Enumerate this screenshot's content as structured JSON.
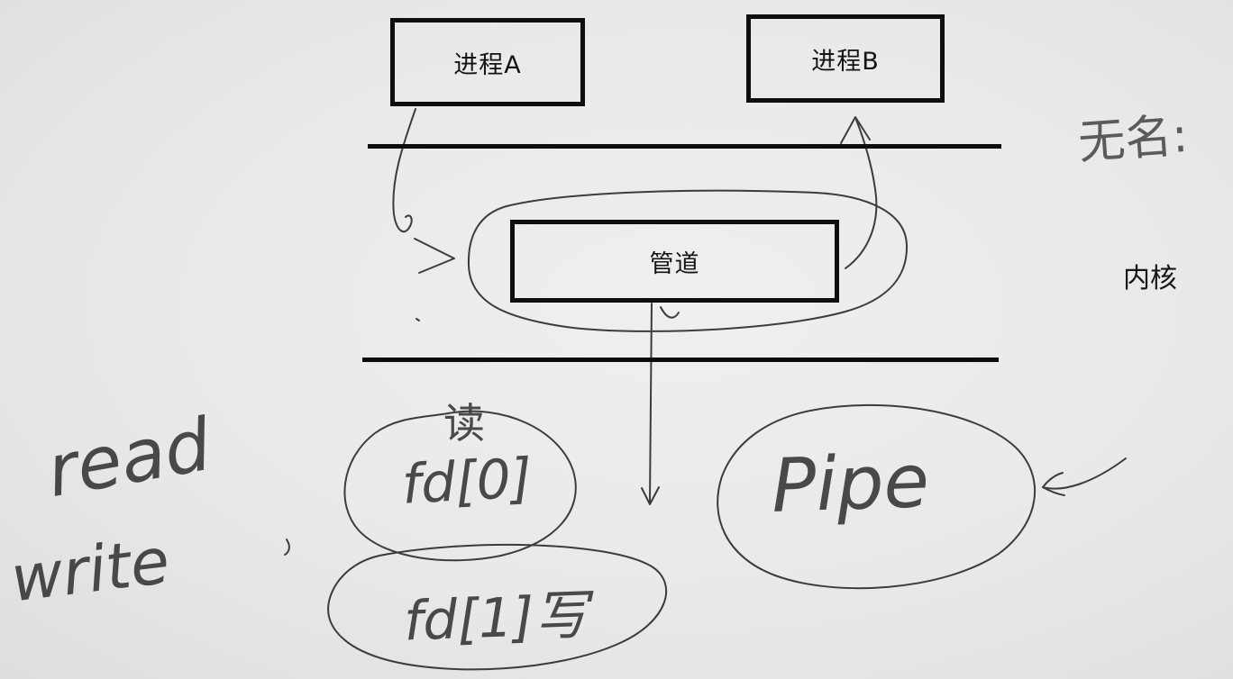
{
  "boxes": {
    "process_a": {
      "label": "进程A"
    },
    "process_b": {
      "label": "进程B"
    },
    "pipe": {
      "label": "管道"
    }
  },
  "labels": {
    "kernel": "内核",
    "unnamed": "无名:",
    "read_hand": "read",
    "write_hand": "write",
    "read_cn": "读",
    "fd0": "fd[0]",
    "fd1_write": "fd[1]写",
    "pipe_hand": "Pipe"
  },
  "colors": {
    "background": "#e9e9e9",
    "stroke": "#3c3c3c",
    "box_border": "#0e0e0e",
    "line": "#0c0c0c"
  }
}
